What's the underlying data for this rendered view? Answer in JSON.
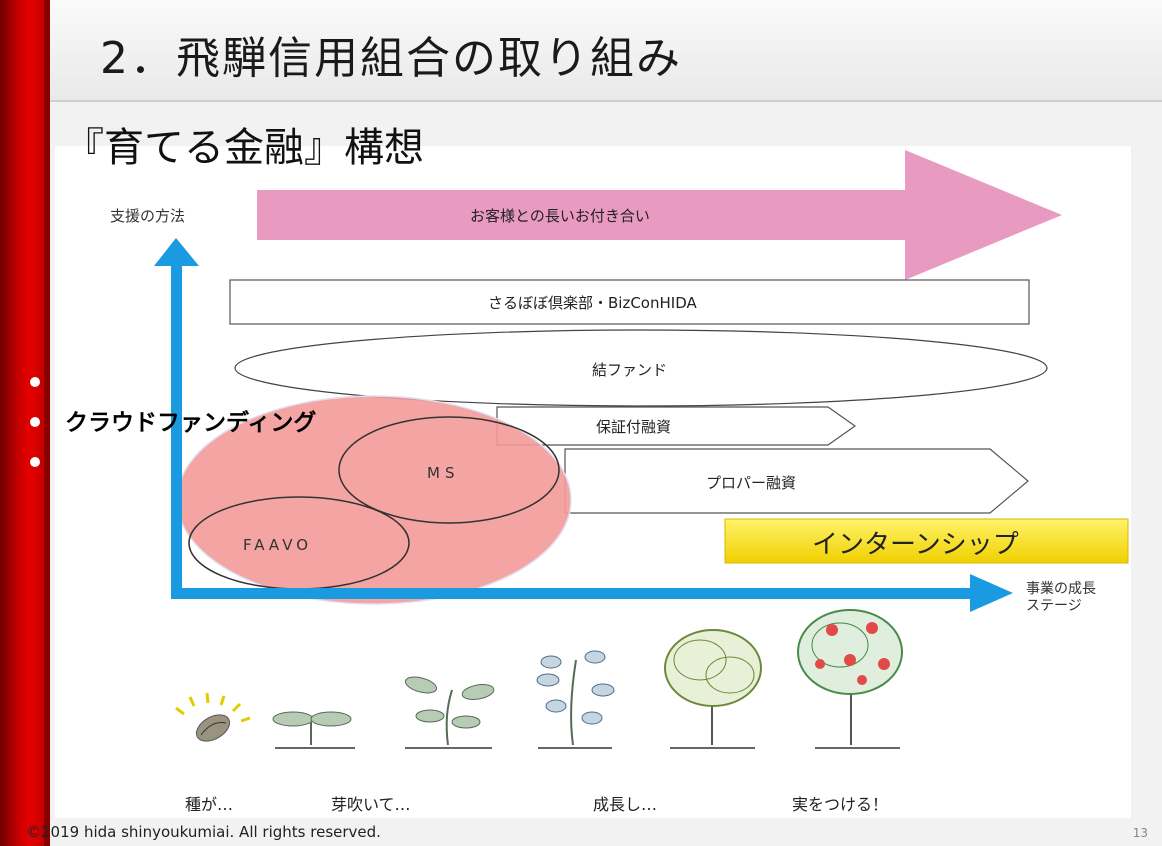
{
  "slide": {
    "title": "2．飛騨信用組合の取り組み",
    "subtitle": "『育てる金融』構想",
    "footer": "©2019 hida shinyoukumiai. All rights reserved.",
    "page_number": "13"
  },
  "diagram": {
    "y_axis_label": "支援の方法",
    "x_axis_label_line1": "事業の成長",
    "x_axis_label_line2": "ステージ",
    "long_relationship": "お客様との長いお付き合い",
    "club": "さるぼぼ倶楽部・BizConHIDA",
    "fund": "結ファンド",
    "crowdfunding": "クラウドファンディング",
    "ms": "MS",
    "faavo": "FAAVO",
    "guaranteed_loan": "保証付融資",
    "proper_loan": "プロパー融資",
    "internship": "インターンシップ"
  },
  "stages": {
    "seed": "種が…",
    "sprout": "芽吹いて…",
    "grow": "成長し…",
    "fruit": "実をつける！"
  },
  "colors": {
    "accent_red": "#d40000",
    "arrow_pink": "#e99ac0",
    "axis_blue": "#1a9ae0",
    "crowdfunding_pink": "#f49a9a",
    "internship_yellow": "#f7e200"
  }
}
